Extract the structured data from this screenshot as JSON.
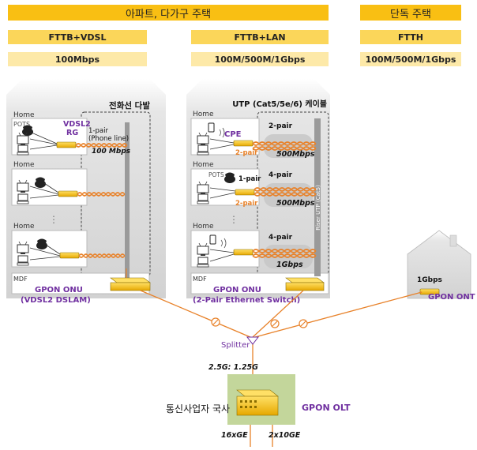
{
  "headers": {
    "apartment": "아파트, 다가구 주택",
    "detached": "단독 주택",
    "fttb_vdsl": "FTTB+VDSL",
    "fttb_lan": "FTTB+LAN",
    "ftth": "FTTH",
    "speed_vdsl": "100Mbps",
    "speed_lan": "100M/500M/1Gbps",
    "speed_ftth": "100M/500M/1Gbps"
  },
  "left_building": {
    "cable_title": "전화선 다발",
    "home_labels": [
      "Home",
      "Home",
      "Home"
    ],
    "pots": "POTS",
    "rg_line1": "VDSL2",
    "rg_line2": "RG",
    "pair_line1": "1-pair",
    "pair_line2": "(Phone line)",
    "speed": "100 Mbps",
    "mdf": "MDF",
    "onu_line1": "GPON ONU",
    "onu_line2": "(VDSL2 DSLAM)"
  },
  "right_building": {
    "cable_title": "UTP (Cat5/5e/6) 케이블",
    "home_labels": [
      "Home",
      "Home",
      "Home"
    ],
    "cpe": "CPE",
    "pots": "POTS",
    "pair_a": "2-pair",
    "pair_a_small": "2-pair",
    "speed_a": "500Mbps",
    "pair_b": "4-pair",
    "pair_b_small1": "1-pair",
    "pair_b_small2": "2-pair",
    "speed_b": "500Mbps",
    "pair_c": "4-pair",
    "speed_c": "1Gbps",
    "riser_label": "Riser UTP (Cat5)",
    "mdf": "MDF",
    "onu_line1": "GPON ONU",
    "onu_line2": "(2-Pair Ethernet Switch)"
  },
  "house": {
    "speed": "1Gbps",
    "ont": "GPON ONT"
  },
  "network": {
    "splitter": "Splitter",
    "rates": "2.5G: 1.25G",
    "co_label": "통신사업자 국사",
    "olt": "GPON OLT",
    "uplink1": "16xGE",
    "uplink2": "2x10GE"
  },
  "colors": {
    "header_dark": "#f9bf13",
    "header_mid": "#fbd65a",
    "header_light": "#fde9a8",
    "fiber": "#e8822a",
    "purple": "#7030a0",
    "olt_bg": "#c3d69b",
    "device": "#ffc000"
  }
}
